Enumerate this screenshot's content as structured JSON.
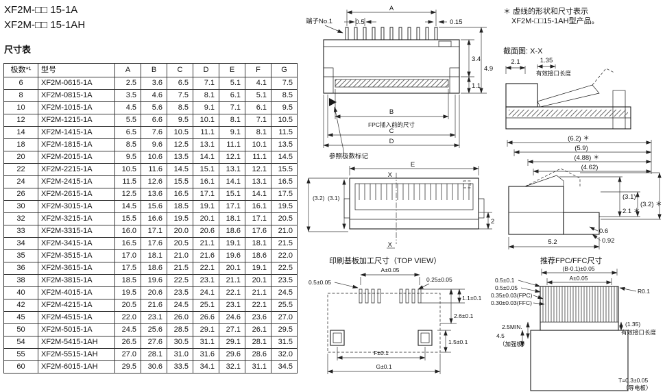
{
  "header": {
    "title_line1": "XF2M-□□ 15-1A",
    "title_line2": "XF2M-□□ 15-1AH",
    "table_label": "尺寸表"
  },
  "table": {
    "headers": [
      "极数*¹",
      "型号",
      "A",
      "B",
      "C",
      "D",
      "E",
      "F",
      "G"
    ],
    "rows": [
      [
        "6",
        "XF2M-0615-1A",
        "2.5",
        "3.6",
        "6.5",
        "7.1",
        "5.1",
        "4.1",
        "7.5"
      ],
      [
        "8",
        "XF2M-0815-1A",
        "3.5",
        "4.6",
        "7.5",
        "8.1",
        "6.1",
        "5.1",
        "8.5"
      ],
      [
        "10",
        "XF2M-1015-1A",
        "4.5",
        "5.6",
        "8.5",
        "9.1",
        "7.1",
        "6.1",
        "9.5"
      ],
      [
        "12",
        "XF2M-1215-1A",
        "5.5",
        "6.6",
        "9.5",
        "10.1",
        "8.1",
        "7.1",
        "10.5"
      ],
      [
        "14",
        "XF2M-1415-1A",
        "6.5",
        "7.6",
        "10.5",
        "11.1",
        "9.1",
        "8.1",
        "11.5"
      ],
      [
        "18",
        "XF2M-1815-1A",
        "8.5",
        "9.6",
        "12.5",
        "13.1",
        "11.1",
        "10.1",
        "13.5"
      ],
      [
        "20",
        "XF2M-2015-1A",
        "9.5",
        "10.6",
        "13.5",
        "14.1",
        "12.1",
        "11.1",
        "14.5"
      ],
      [
        "22",
        "XF2M-2215-1A",
        "10.5",
        "11.6",
        "14.5",
        "15.1",
        "13.1",
        "12.1",
        "15.5"
      ],
      [
        "24",
        "XF2M-2415-1A",
        "11.5",
        "12.6",
        "15.5",
        "16.1",
        "14.1",
        "13.1",
        "16.5"
      ],
      [
        "26",
        "XF2M-2615-1A",
        "12.5",
        "13.6",
        "16.5",
        "17.1",
        "15.1",
        "14.1",
        "17.5"
      ],
      [
        "30",
        "XF2M-3015-1A",
        "14.5",
        "15.6",
        "18.5",
        "19.1",
        "17.1",
        "16.1",
        "19.5"
      ],
      [
        "32",
        "XF2M-3215-1A",
        "15.5",
        "16.6",
        "19.5",
        "20.1",
        "18.1",
        "17.1",
        "20.5"
      ],
      [
        "33",
        "XF2M-3315-1A",
        "16.0",
        "17.1",
        "20.0",
        "20.6",
        "18.6",
        "17.6",
        "21.0"
      ],
      [
        "34",
        "XF2M-3415-1A",
        "16.5",
        "17.6",
        "20.5",
        "21.1",
        "19.1",
        "18.1",
        "21.5"
      ],
      [
        "35",
        "XF2M-3515-1A",
        "17.0",
        "18.1",
        "21.0",
        "21.6",
        "19.6",
        "18.6",
        "22.0"
      ],
      [
        "36",
        "XF2M-3615-1A",
        "17.5",
        "18.6",
        "21.5",
        "22.1",
        "20.1",
        "19.1",
        "22.5"
      ],
      [
        "38",
        "XF2M-3815-1A",
        "18.5",
        "19.6",
        "22.5",
        "23.1",
        "21.1",
        "20.1",
        "23.5"
      ],
      [
        "40",
        "XF2M-4015-1A",
        "19.5",
        "20.6",
        "23.5",
        "24.1",
        "22.1",
        "21.1",
        "24.5"
      ],
      [
        "42",
        "XF2M-4215-1A",
        "20.5",
        "21.6",
        "24.5",
        "25.1",
        "23.1",
        "22.1",
        "25.5"
      ],
      [
        "45",
        "XF2M-4515-1A",
        "22.0",
        "23.1",
        "26.0",
        "26.6",
        "24.6",
        "23.6",
        "27.0"
      ],
      [
        "50",
        "XF2M-5015-1A",
        "24.5",
        "25.6",
        "28.5",
        "29.1",
        "27.1",
        "26.1",
        "29.5"
      ],
      [
        "54",
        "XF2M-5415-1AH",
        "26.5",
        "27.6",
        "30.5",
        "31.1",
        "29.1",
        "28.1",
        "31.5"
      ],
      [
        "55",
        "XF2M-5515-1AH",
        "27.0",
        "28.1",
        "31.0",
        "31.6",
        "29.6",
        "28.6",
        "32.0"
      ],
      [
        "60",
        "XF2M-6015-1AH",
        "29.5",
        "30.6",
        "33.5",
        "34.1",
        "32.1",
        "31.1",
        "34.5"
      ]
    ]
  },
  "drawings": {
    "front": {
      "terminal": "端子No.1",
      "dim_a": "A",
      "pitch": "0.5",
      "w015": "0.15",
      "h34": "3.4",
      "h49": "4.9",
      "h11": "1.1",
      "dim_b": "B",
      "fpc_note": "FPC插入前的尺寸",
      "dim_c": "C",
      "dim_d": "D",
      "polarity_note": "参照极数标记"
    },
    "note": {
      "line1": "＊ 虚线的形状和尺寸表示",
      "line2": "XF2M-□□15-1AH型产品。"
    },
    "section": {
      "title": "截面图: X-X",
      "d21": "2.1",
      "d135": "1.35",
      "eff_label": "有效接口长度"
    },
    "topview": {
      "dim_e": "E",
      "x_top": "X",
      "x_bottom": "X",
      "d32": "(3.2)",
      "d31": "(3.1)",
      "d2": "2"
    },
    "side": {
      "d62": "(6.2) ＊",
      "d59": "(5.9)",
      "d488": "(4.88) ＊",
      "d462": "(4.62)",
      "d31": "(3.1)",
      "d32": "(3.2) ＊",
      "d21": "2.1 ＊",
      "d06": "0.6",
      "d092": "0.92",
      "d52": "5.2"
    },
    "pcb": {
      "title": "印刷基板加工尺寸（TOP VIEW）",
      "da": "A±0.05",
      "d05": "0.5±0.05",
      "d025": "0.25±0.05",
      "d11": "1.1±0.1",
      "d26": "2.6±0.1",
      "d15": "1.5±0.1",
      "df": "F±0.1",
      "dg": "G±0.1"
    },
    "fpc": {
      "title": "推荐FPC/FFC尺寸",
      "db": "(B-0.1)±0.05",
      "da": "A±0.05",
      "d05a": "0.5±0.1",
      "d05b": "0.5±0.05",
      "dfpc": "0.35±0.03(FPC)",
      "dffc": "0.30±0.03(FFC)",
      "r01": "R0.1",
      "min25": "2.5MIN.",
      "d45": "4.5",
      "stiffener": "（加强板）",
      "d135": "(1.35)",
      "eff_label": "有效接口长度",
      "thickness": "T=0.3±0.05",
      "conductor": "（导电板）"
    }
  }
}
